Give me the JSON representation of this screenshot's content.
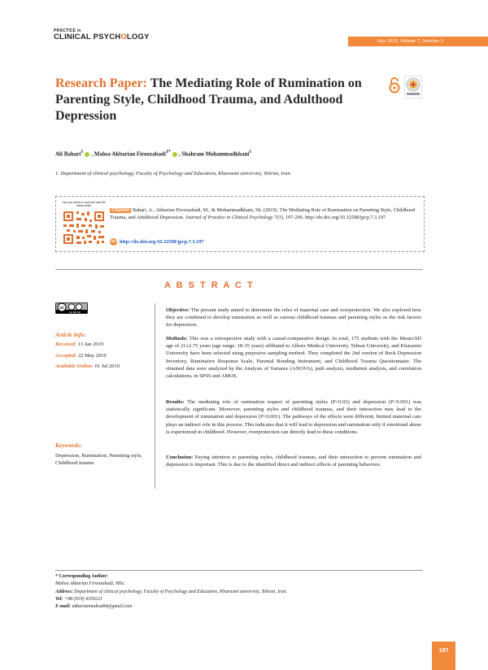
{
  "header": {
    "logo_top": "PRACTICE in",
    "logo_main": "CLINICAL PSYCH",
    "logo_o": "O",
    "logo_end": "LOGY",
    "volume": "July 2019, Volume 7, Number 3"
  },
  "title": {
    "lead": "Research Paper:",
    "main": "The Mediating Role of Rumination on Parenting Style, Childhood Trauma, and Adulthood Depression"
  },
  "authors": {
    "a1": "Ali Bahari",
    "a1_sup": "1",
    "a2": "Mahsa Akbarian Firoozabadi",
    "a2_sup": "1*",
    "a3": "Shahram Mohammadkhani",
    "a3_sup": "1",
    "sep": ","
  },
  "affiliation": "1. Department of clinical psychology, Faculty of Psychology and Education, Kharazmi university, Tehran, Iran.",
  "qr_caption": "Use your device to scan and read the article online",
  "citation": {
    "tag": "Citation",
    "text_plain": "Bahari, A., Akbarian Firoozabadi, M., & Mohammadkhani, Sh. (2019). The Mediating Role of Rumination on Parenting Style, Childhood Trauma, and Adulthood Depression.",
    "journal": "Journal of Practice in Clinical Psychology",
    "text_tail": "7(3), 197-206. http://dx.doi.org/10.32598/jpcp.7.3.197",
    "doi": "http://dx.doi.org/10.32598/jpcp.7.3.197",
    "doi_icon": "doi"
  },
  "abstract_heading": "A B S T R A C T",
  "article_info": {
    "heading": "Article info:",
    "received_label": "Received:",
    "received": "13 Jan 2019",
    "accepted_label": "Accepted:",
    "accepted": "22 May 2019",
    "online_label": "Available Online:",
    "online": "01 Jul 2019"
  },
  "keywords": {
    "heading": "Keywords:",
    "text": "Depression, Rumination, Parenting style, Childhood trauma"
  },
  "cc_label": "cc by nc",
  "abstract": {
    "objective_label": "Objective:",
    "objective": "The present study aimed to determine the roles of maternal care and overprotection. We also explored how they are combined to develop rumination as well as various childhood traumas and parenting styles as the risk factors for depression.",
    "methods_label": "Methods:",
    "methods": "This was a retrospective study with a causal-comparative design. In total, 175 students with the Mean±SD age of 21±2.75 years (age range: 18-35 years) affiliated to Alborz Medical University, Tehran University, and Kharazmi University have been selected using purposive sampling method. They completed the 2nd version of Beck Depression Inventory, Ruminative Response Scale, Parental Bonding Instrument, and Childhood Trauma Questionnaire. The obtained data were analyzed by the Analysis of Variance (ANOVA), path analysis, mediation analysis, and correlation calculations, in SPSS and AMOS.",
    "results_label": "Results:",
    "results": "The mediating role of rumination respect of parenting styles (P<0.02) and depression (P<0.001) was statistically significant. Moreover, parenting styles and childhood traumas, and their interaction may lead to the development of rumination and depression (P<0.001). The pathways of the effects were different; limited maternal care plays an indirect role in this process. This indicates that it will lead to depression and rumination only if emotional abuse is experienced in childhood. However, overprotection can directly lead to these conditions.",
    "conclusion_label": "Conclusion:",
    "conclusion": "Paying attention to parenting styles, childhood traumas, and their interaction to prevent rumination and depression is important. This is due to the identified direct and indirect effects of parenting behaviors."
  },
  "corresponding": {
    "heading": "* Corresponding Author:",
    "name": "Mahsa Akbarian Firoozabadi, MSc.",
    "address_label": "Address:",
    "address": "Department of clinical psychology, Faculty of Psychology and Education, Kharazmi university, Tehran, Iran.",
    "tel_label": "Tel:",
    "tel": "+98 (919) 4350221",
    "email_label": "E-mail:",
    "email": "akbarianmahsa84@gmail.com"
  },
  "page_number": "197",
  "colors": {
    "accent": "#e36f2c",
    "bar": "#f08a3a",
    "link": "#1f57c2"
  },
  "icons": {
    "open_access": "open-access-icon",
    "crossmark": "crossmark-icon",
    "orcid": "orcid-icon",
    "qr": "qr-code-icon"
  }
}
